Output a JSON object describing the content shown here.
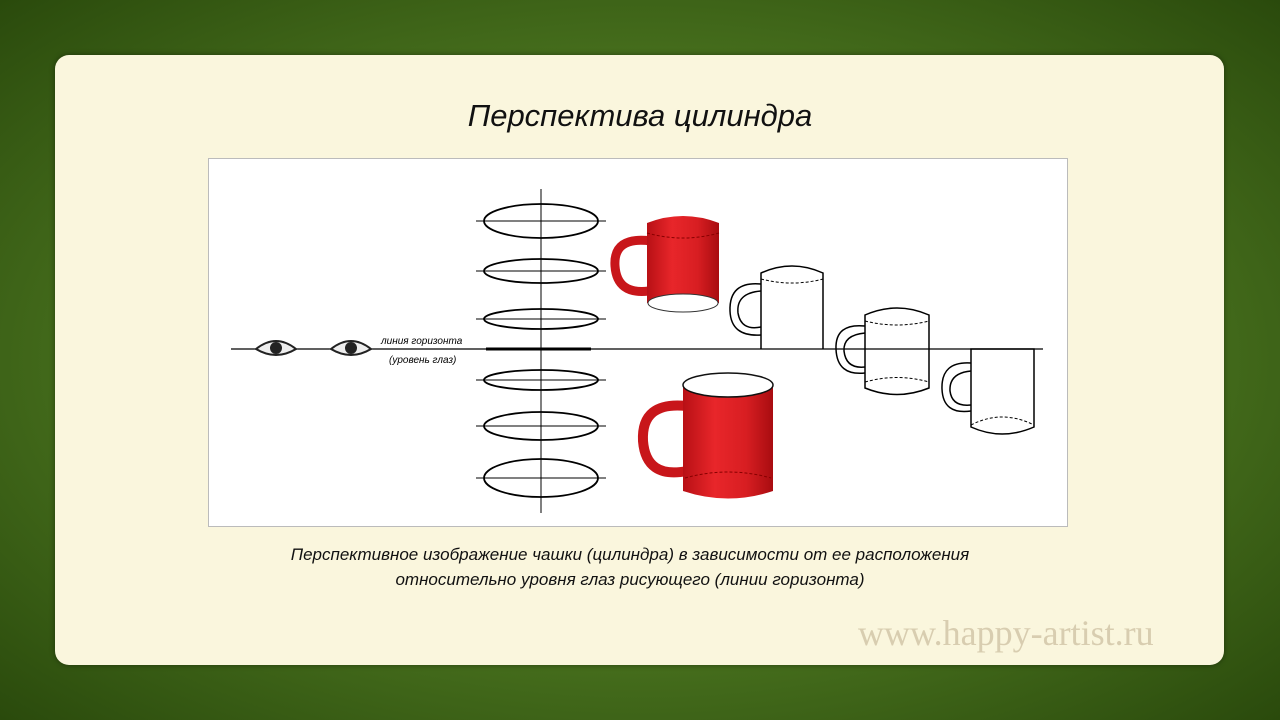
{
  "slide": {
    "title": "Перспектива цилиндра",
    "figure": {
      "horizon_label": "линия горизонта",
      "eye_level_label": "(уровень глаз)"
    },
    "caption_line1": "Перспективное изображение чашки (цилиндра) в зависимости от ее расположения",
    "caption_line2": "относительно уровня глаз рисующего (линии горизонта)",
    "watermark": "www.happy-artist.ru",
    "colors": {
      "mug_red": "#d81e22",
      "panel": "#faf6dd"
    }
  }
}
